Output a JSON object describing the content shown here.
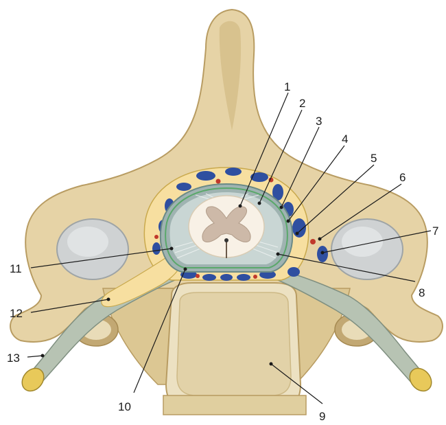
{
  "figure": {
    "labels": [
      {
        "id": "1",
        "text": "1"
      },
      {
        "id": "2",
        "text": "2"
      },
      {
        "id": "3",
        "text": "3"
      },
      {
        "id": "4",
        "text": "4"
      },
      {
        "id": "5",
        "text": "5"
      },
      {
        "id": "6",
        "text": "6"
      },
      {
        "id": "7",
        "text": "7"
      },
      {
        "id": "8",
        "text": "8"
      },
      {
        "id": "9",
        "text": "9"
      },
      {
        "id": "10",
        "text": "10"
      },
      {
        "id": "11",
        "text": "11"
      },
      {
        "id": "12",
        "text": "12"
      },
      {
        "id": "13",
        "text": "13"
      }
    ],
    "colors": {
      "bone": "#e6d3a6",
      "bone_edge": "#b89c62",
      "bone_shadow": "#d1bb85",
      "body_face": "#e2d2a8",
      "disc": "#cfd2d3",
      "fat": "#f7dfa0",
      "dura": "#9fb3b1",
      "vein": "#2f4fa0",
      "artery": "#c0392b",
      "cord": "#f8f1e6",
      "grey_matter": "#cdb9a8",
      "nerve": "#b7c3b3",
      "nerve_cut": "#e8c95a"
    }
  }
}
